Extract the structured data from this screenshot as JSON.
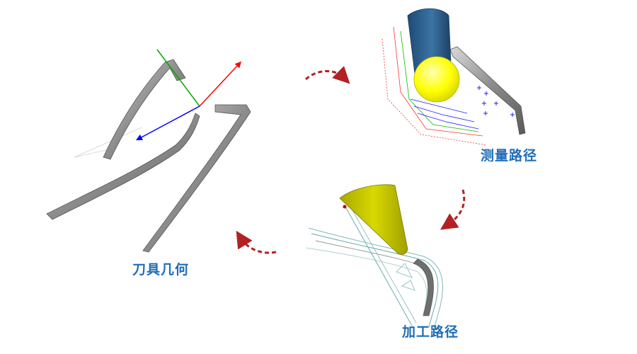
{
  "stages": [
    {
      "id": "tool",
      "label": "刀具几何"
    },
    {
      "id": "measure",
      "label": "测量路径"
    },
    {
      "id": "machining",
      "label": "加工路径"
    }
  ],
  "colors": {
    "label": "#1f6db8",
    "arrow": "#b22222",
    "blade": "#8c8c8c",
    "probe_shaft": "#2e5f8a",
    "probe_ball": "#ffff00",
    "tool_cone": "#c8c800",
    "axis_x": "#ff0000",
    "axis_y": "#00aa00",
    "axis_z": "#0000ff"
  },
  "icons": [
    "cycle-arrow",
    "measurement-cross"
  ]
}
